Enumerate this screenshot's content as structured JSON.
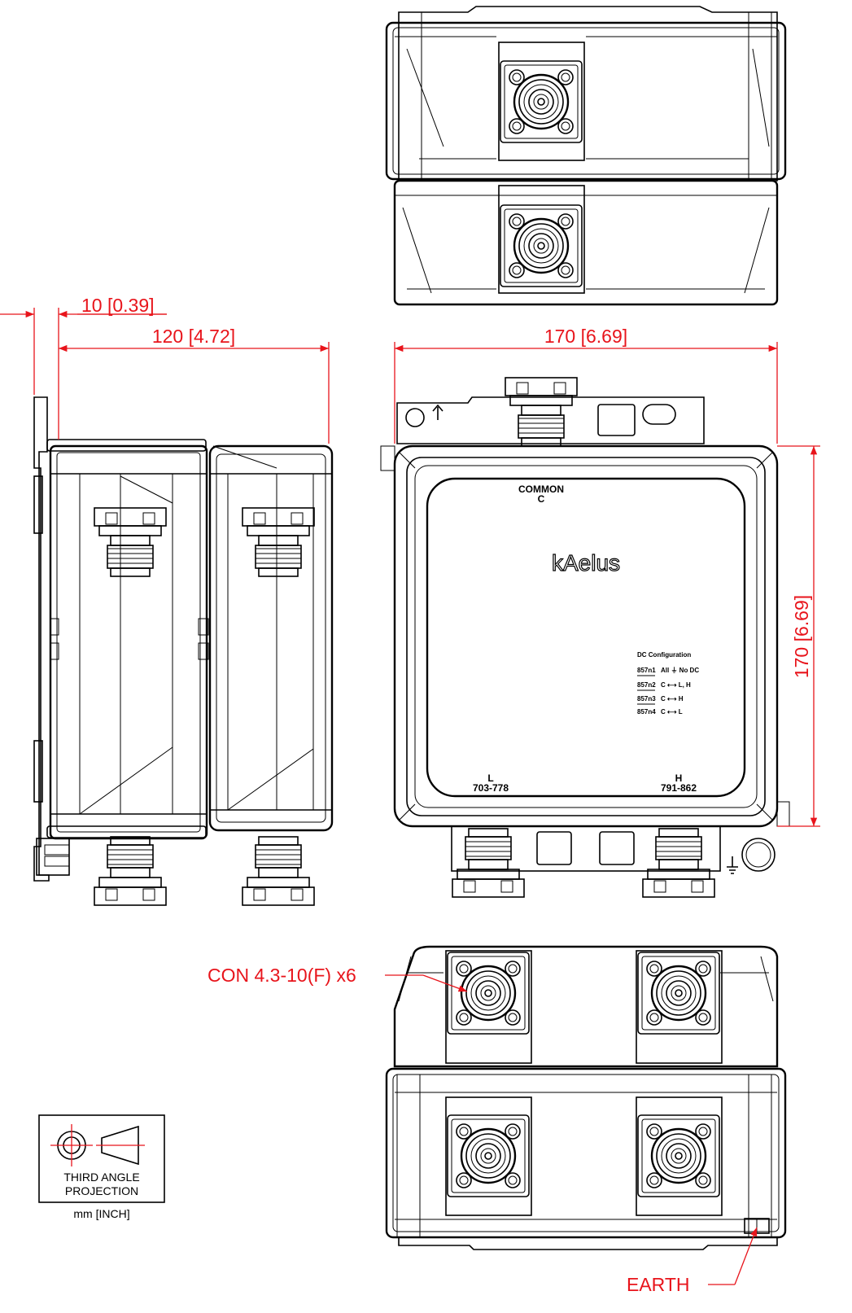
{
  "dimensions": {
    "flange_offset": "10 [0.39]",
    "side_width": "120 [4.72]",
    "front_width": "170 [6.69]",
    "front_height": "170 [6.69]"
  },
  "labels": {
    "connector_callout": "CON 4.3-10(F) x6",
    "earth_callout": "EARTH"
  },
  "front_panel": {
    "common_title": "COMMON",
    "common_letter": "C",
    "brand": "kAelus",
    "port_l_letter": "L",
    "port_l_range": "703-778",
    "port_h_letter": "H",
    "port_h_range": "791-862",
    "dc_title": "DC Configuration",
    "dc_rows": [
      {
        "code": "857n1",
        "desc": "All ⏚ No DC"
      },
      {
        "code": "857n2",
        "desc": "C ⟷ L, H"
      },
      {
        "code": "857n3",
        "desc": "C ⟷ H"
      },
      {
        "code": "857n4",
        "desc": "C ⟷ L"
      }
    ]
  },
  "projection": {
    "line1": "THIRD ANGLE",
    "line2": "PROJECTION",
    "units": "mm [INCH]"
  }
}
